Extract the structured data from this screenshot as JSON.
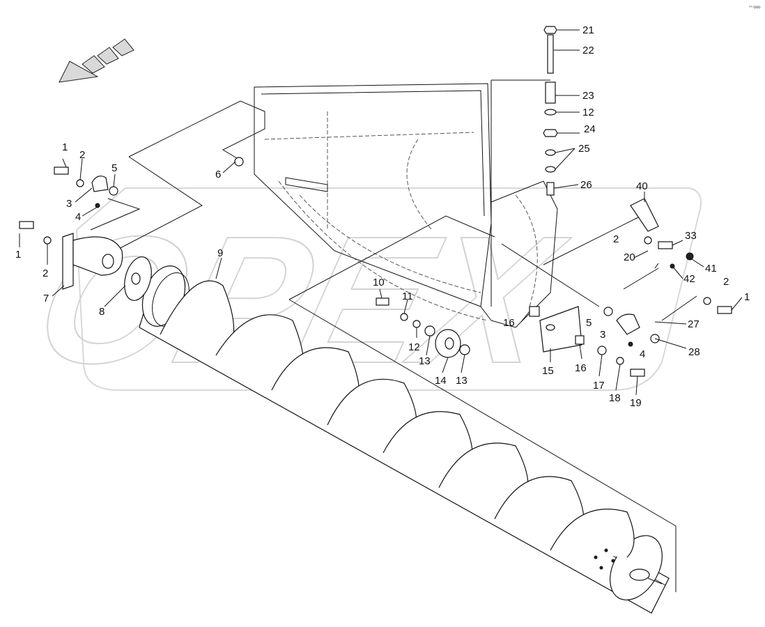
{
  "corner_code": "⁴ⁿ ooo",
  "watermark": "OPEX",
  "callouts": [
    {
      "id": "c21",
      "text": "21"
    },
    {
      "id": "c22",
      "text": "22"
    },
    {
      "id": "c23",
      "text": "23"
    },
    {
      "id": "c12a",
      "text": "12"
    },
    {
      "id": "c24",
      "text": "24"
    },
    {
      "id": "c25",
      "text": "25"
    },
    {
      "id": "c26",
      "text": "26"
    },
    {
      "id": "c40",
      "text": "40"
    },
    {
      "id": "c33",
      "text": "33"
    },
    {
      "id": "c2c",
      "text": "2"
    },
    {
      "id": "c20",
      "text": "20"
    },
    {
      "id": "c41",
      "text": "41"
    },
    {
      "id": "c42",
      "text": "42"
    },
    {
      "id": "c2d",
      "text": "2"
    },
    {
      "id": "c1c",
      "text": "1"
    },
    {
      "id": "c27",
      "text": "27"
    },
    {
      "id": "c28",
      "text": "28"
    },
    {
      "id": "c3b",
      "text": "3"
    },
    {
      "id": "c4b",
      "text": "4"
    },
    {
      "id": "c5b",
      "text": "5"
    },
    {
      "id": "c16a",
      "text": "16"
    },
    {
      "id": "c16b",
      "text": "16"
    },
    {
      "id": "c15",
      "text": "15"
    },
    {
      "id": "c17",
      "text": "17"
    },
    {
      "id": "c18",
      "text": "18"
    },
    {
      "id": "c19",
      "text": "19"
    },
    {
      "id": "c10",
      "text": "10"
    },
    {
      "id": "c11",
      "text": "11"
    },
    {
      "id": "c12b",
      "text": "12"
    },
    {
      "id": "c13a",
      "text": "13"
    },
    {
      "id": "c13b",
      "text": "13"
    },
    {
      "id": "c14",
      "text": "14"
    },
    {
      "id": "c1a",
      "text": "1"
    },
    {
      "id": "c2a",
      "text": "2"
    },
    {
      "id": "c3a",
      "text": "3"
    },
    {
      "id": "c4a",
      "text": "4"
    },
    {
      "id": "c5a",
      "text": "5"
    },
    {
      "id": "c6",
      "text": "6"
    },
    {
      "id": "c1b",
      "text": "1"
    },
    {
      "id": "c2b",
      "text": "2"
    },
    {
      "id": "c7",
      "text": "7"
    },
    {
      "id": "c8",
      "text": "8"
    },
    {
      "id": "c9",
      "text": "9"
    }
  ]
}
